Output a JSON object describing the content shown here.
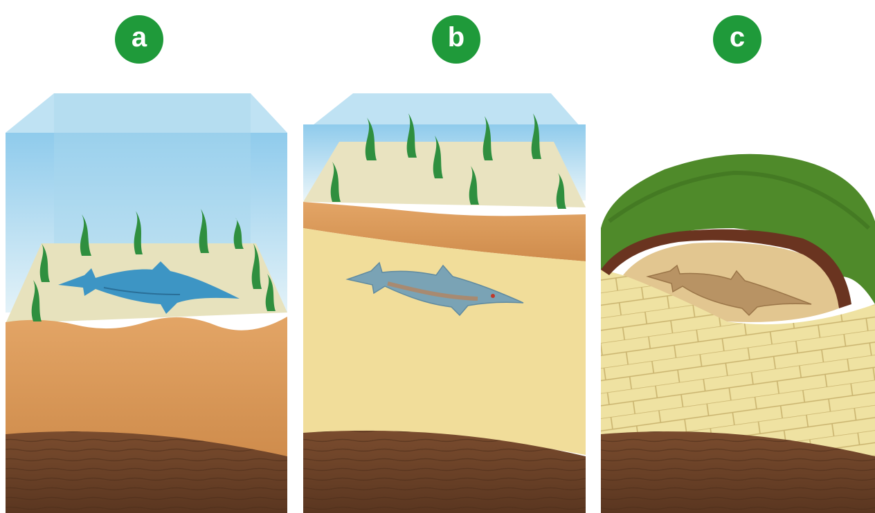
{
  "panels": [
    {
      "label": "a"
    },
    {
      "label": "b"
    },
    {
      "label": "c"
    }
  ],
  "colors": {
    "badge": "#1f9a3a",
    "water_top": "#9fd3ef",
    "water_bottom": "#d8eef8",
    "sand_light": "#e8e0b8",
    "orange_layer": "#d99a58",
    "yellow_sediment": "#f2dd98",
    "bedrock": "#6b4228",
    "limestone": "#efe3a4",
    "grass": "#4f8a2a",
    "seaweed": "#2f8f3f",
    "ichthyosaur": "#3d95c4"
  },
  "icons": [
    "seaweed-icon",
    "ichthyosaur-icon",
    "fossil-icon",
    "grass-icon"
  ]
}
